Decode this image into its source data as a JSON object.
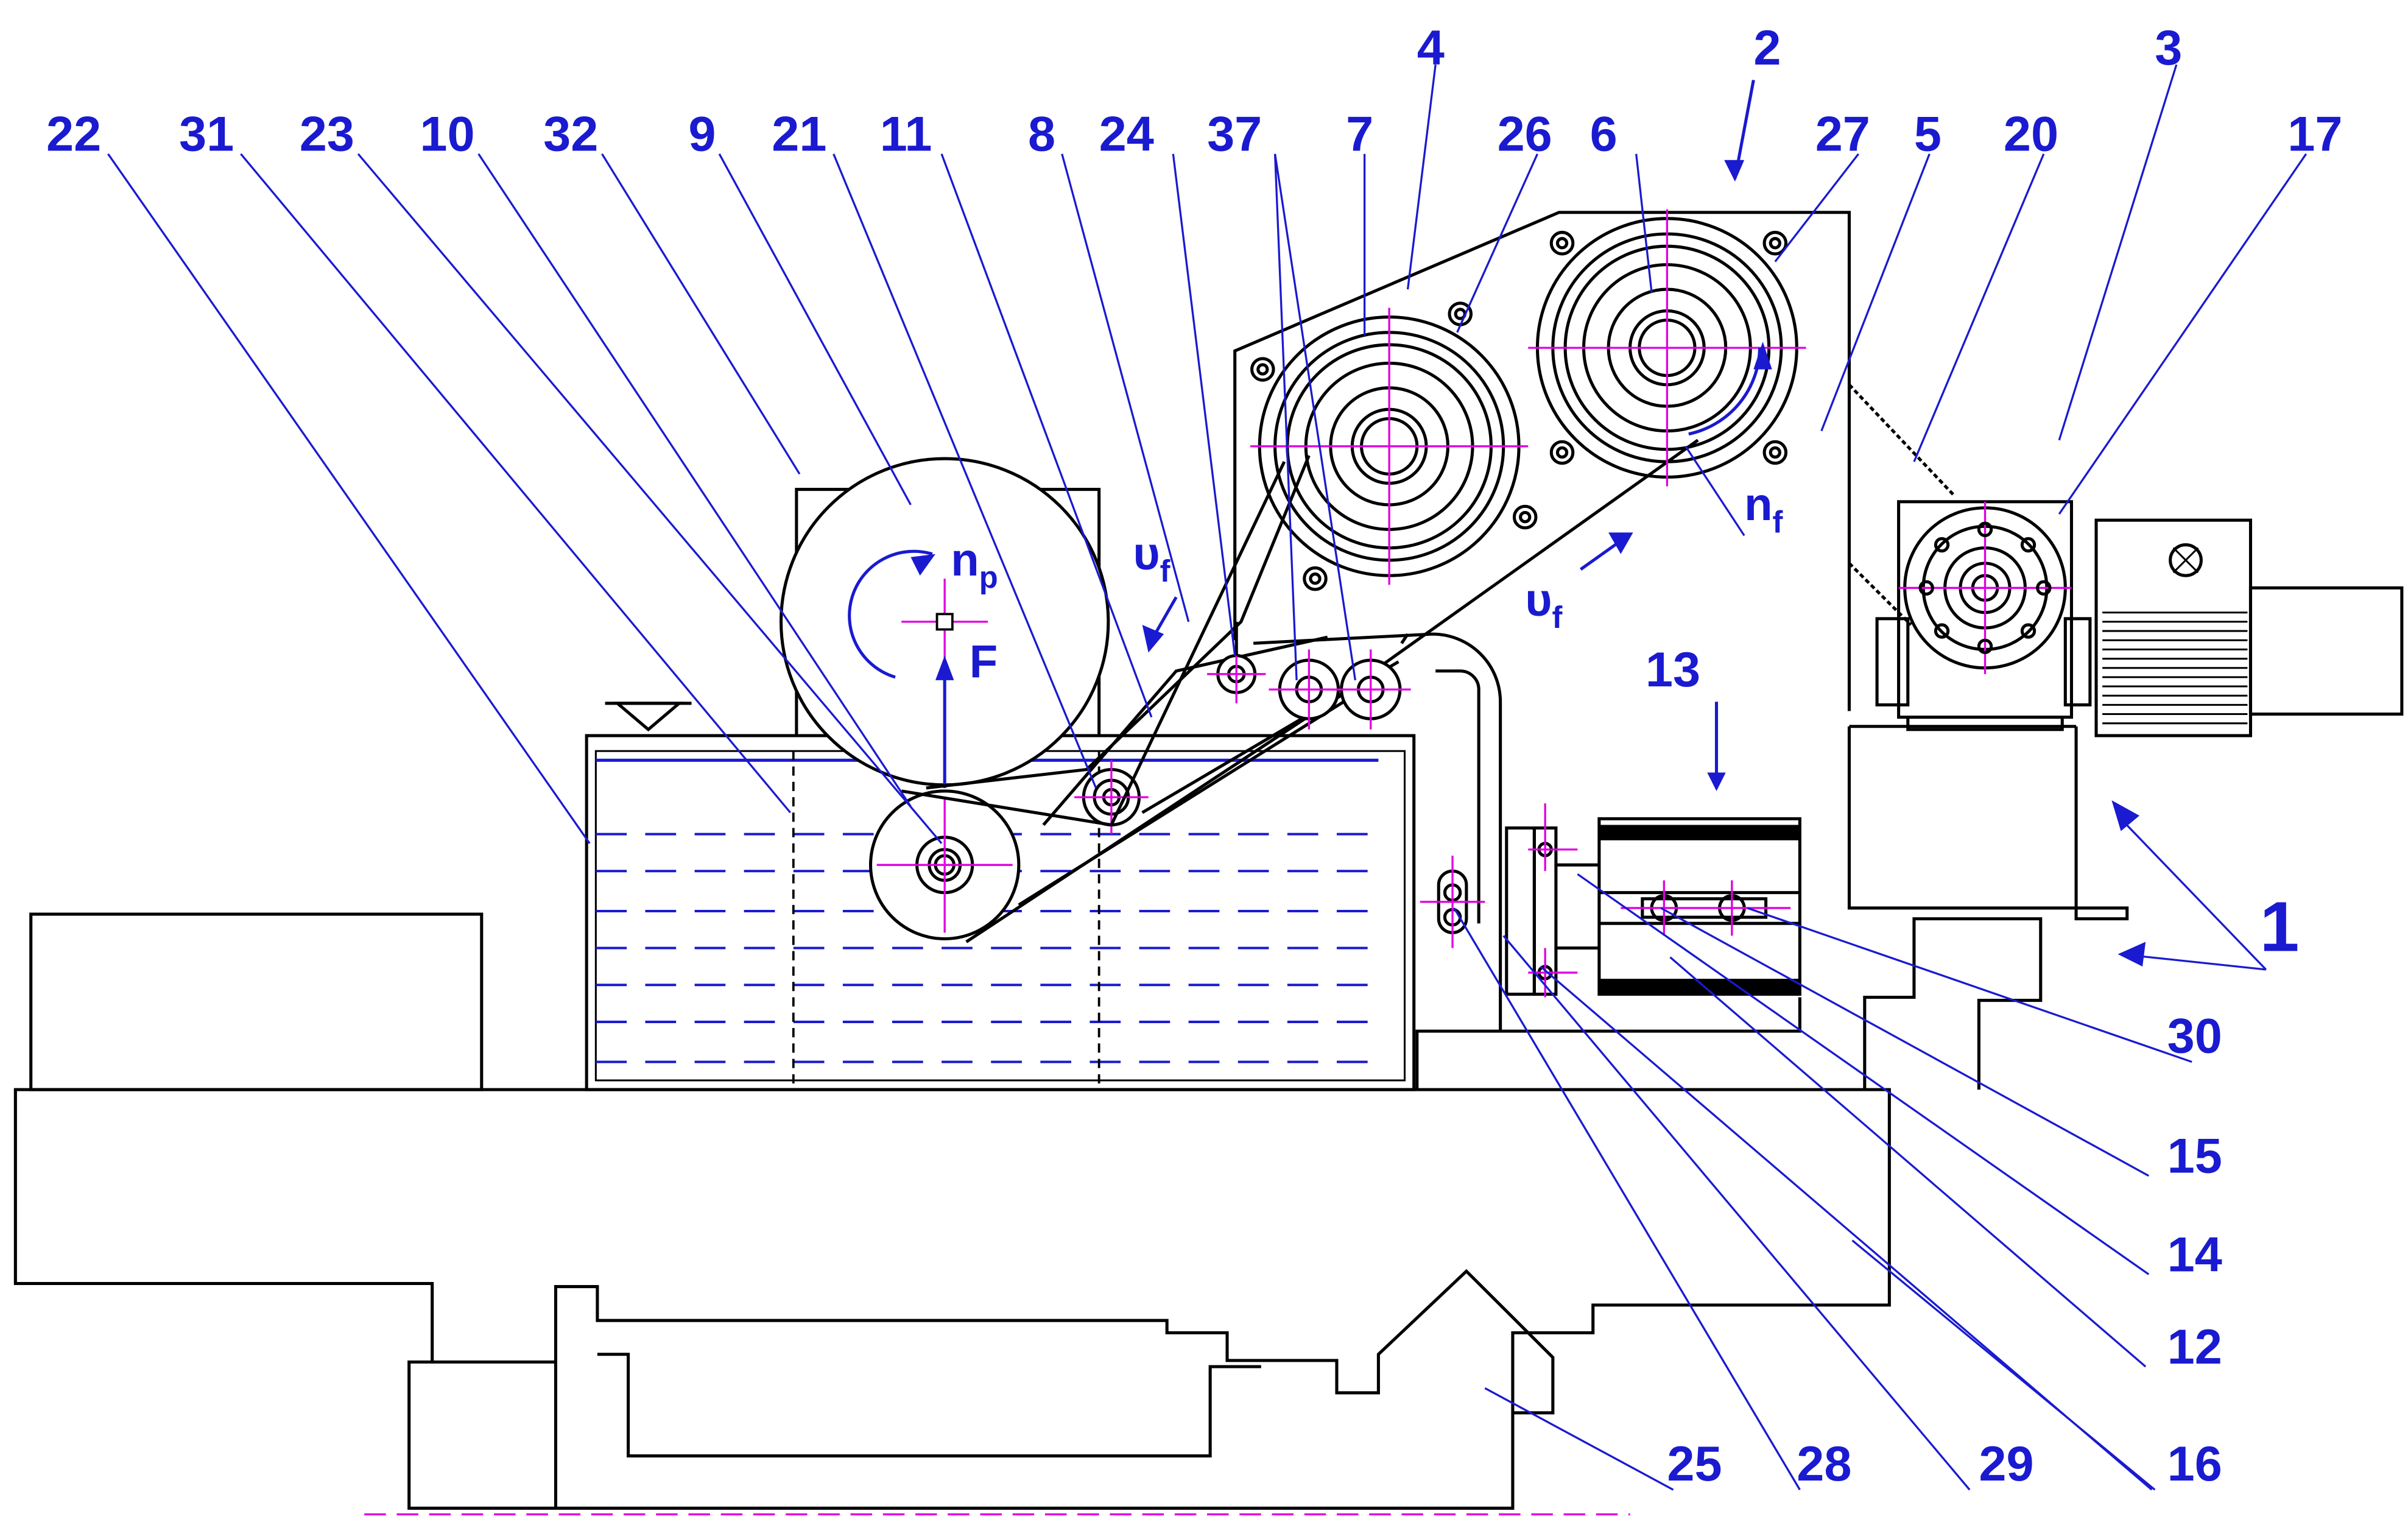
{
  "part_labels": {
    "p1": "1",
    "p2": "2",
    "p3": "3",
    "p4": "4",
    "p5": "5",
    "p6": "6",
    "p7": "7",
    "p8": "8",
    "p9": "9",
    "p10": "10",
    "p11": "11",
    "p12": "12",
    "p13": "13",
    "p14": "14",
    "p15": "15",
    "p16": "16",
    "p17": "17",
    "p20": "20",
    "p21": "21",
    "p22": "22",
    "p23": "23",
    "p24": "24",
    "p25": "25",
    "p26": "26",
    "p27": "27",
    "p28": "28",
    "p29": "29",
    "p30": "30",
    "p31": "31",
    "p32": "32",
    "p37": "37"
  },
  "symbols": {
    "np_main": "n",
    "np_sub": "p",
    "nf_main": "n",
    "nf_sub": "f",
    "vf1_main": "υ",
    "vf1_sub": "f",
    "vf2_main": "υ",
    "vf2_sub": "f",
    "force": "F"
  },
  "colors": {
    "labels": "#1a1ad0",
    "lines": "#000000",
    "centerlines": "#e000e0"
  }
}
